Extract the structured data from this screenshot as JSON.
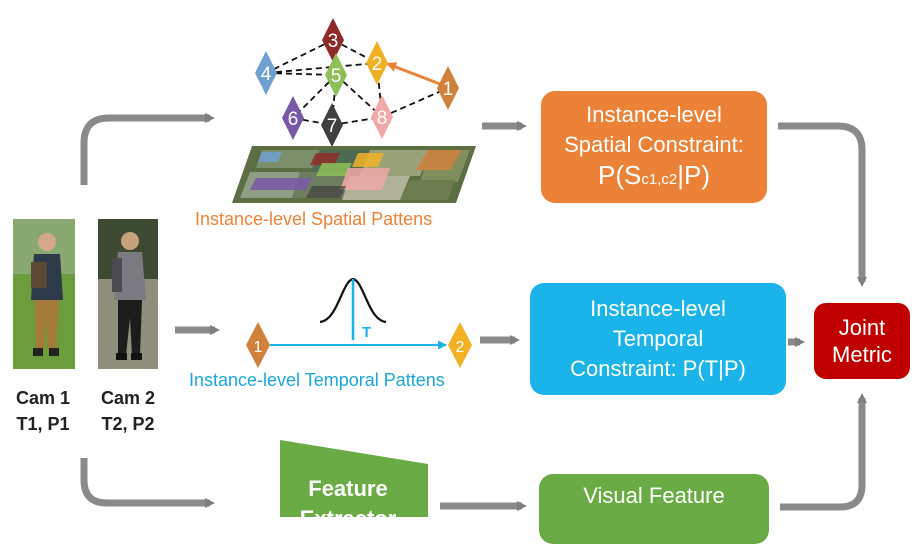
{
  "spatial_box": {
    "line1": "Instance-level",
    "line2": "Spatial Constraint:",
    "formula_prefix": "P(S",
    "formula_sub": "c1,c2",
    "formula_suffix": "|P)"
  },
  "spatial_caption": "Instance-level Spatial Pattens",
  "temporal_box": {
    "line1": "Instance-level",
    "line2": "Temporal",
    "line3": "Constraint: P(T|P)"
  },
  "temporal_caption": "Instance-level Temporal Pattens",
  "temporal_marker": "T",
  "temporal_nodes": [
    "1",
    "2"
  ],
  "joint_box": {
    "line1": "Joint",
    "line2": "Metric"
  },
  "feature_box": {
    "line1": "Feature",
    "line2": "Extractor"
  },
  "visual_box": {
    "line1": "Visual Feature"
  },
  "camera1": {
    "line1": "Cam 1",
    "line2": "T1, P1"
  },
  "camera2": {
    "line1": "Cam 2",
    "line2": "T2, P2"
  },
  "spatial_nodes": [
    {
      "label": "1",
      "color": "#d0813c"
    },
    {
      "label": "2",
      "color": "#f2b124"
    },
    {
      "label": "3",
      "color": "#8f2a28"
    },
    {
      "label": "4",
      "color": "#6fa0cf"
    },
    {
      "label": "5",
      "color": "#8fbf58"
    },
    {
      "label": "6",
      "color": "#7a58a8"
    },
    {
      "label": "7",
      "color": "#404040"
    },
    {
      "label": "8",
      "color": "#f0a8a8"
    }
  ],
  "colors": {
    "spatial": "#ec8237",
    "temporal": "#1ab3ea",
    "joint": "#c00000",
    "feature": "#6aab46",
    "arrow": "#7f7f7f"
  }
}
